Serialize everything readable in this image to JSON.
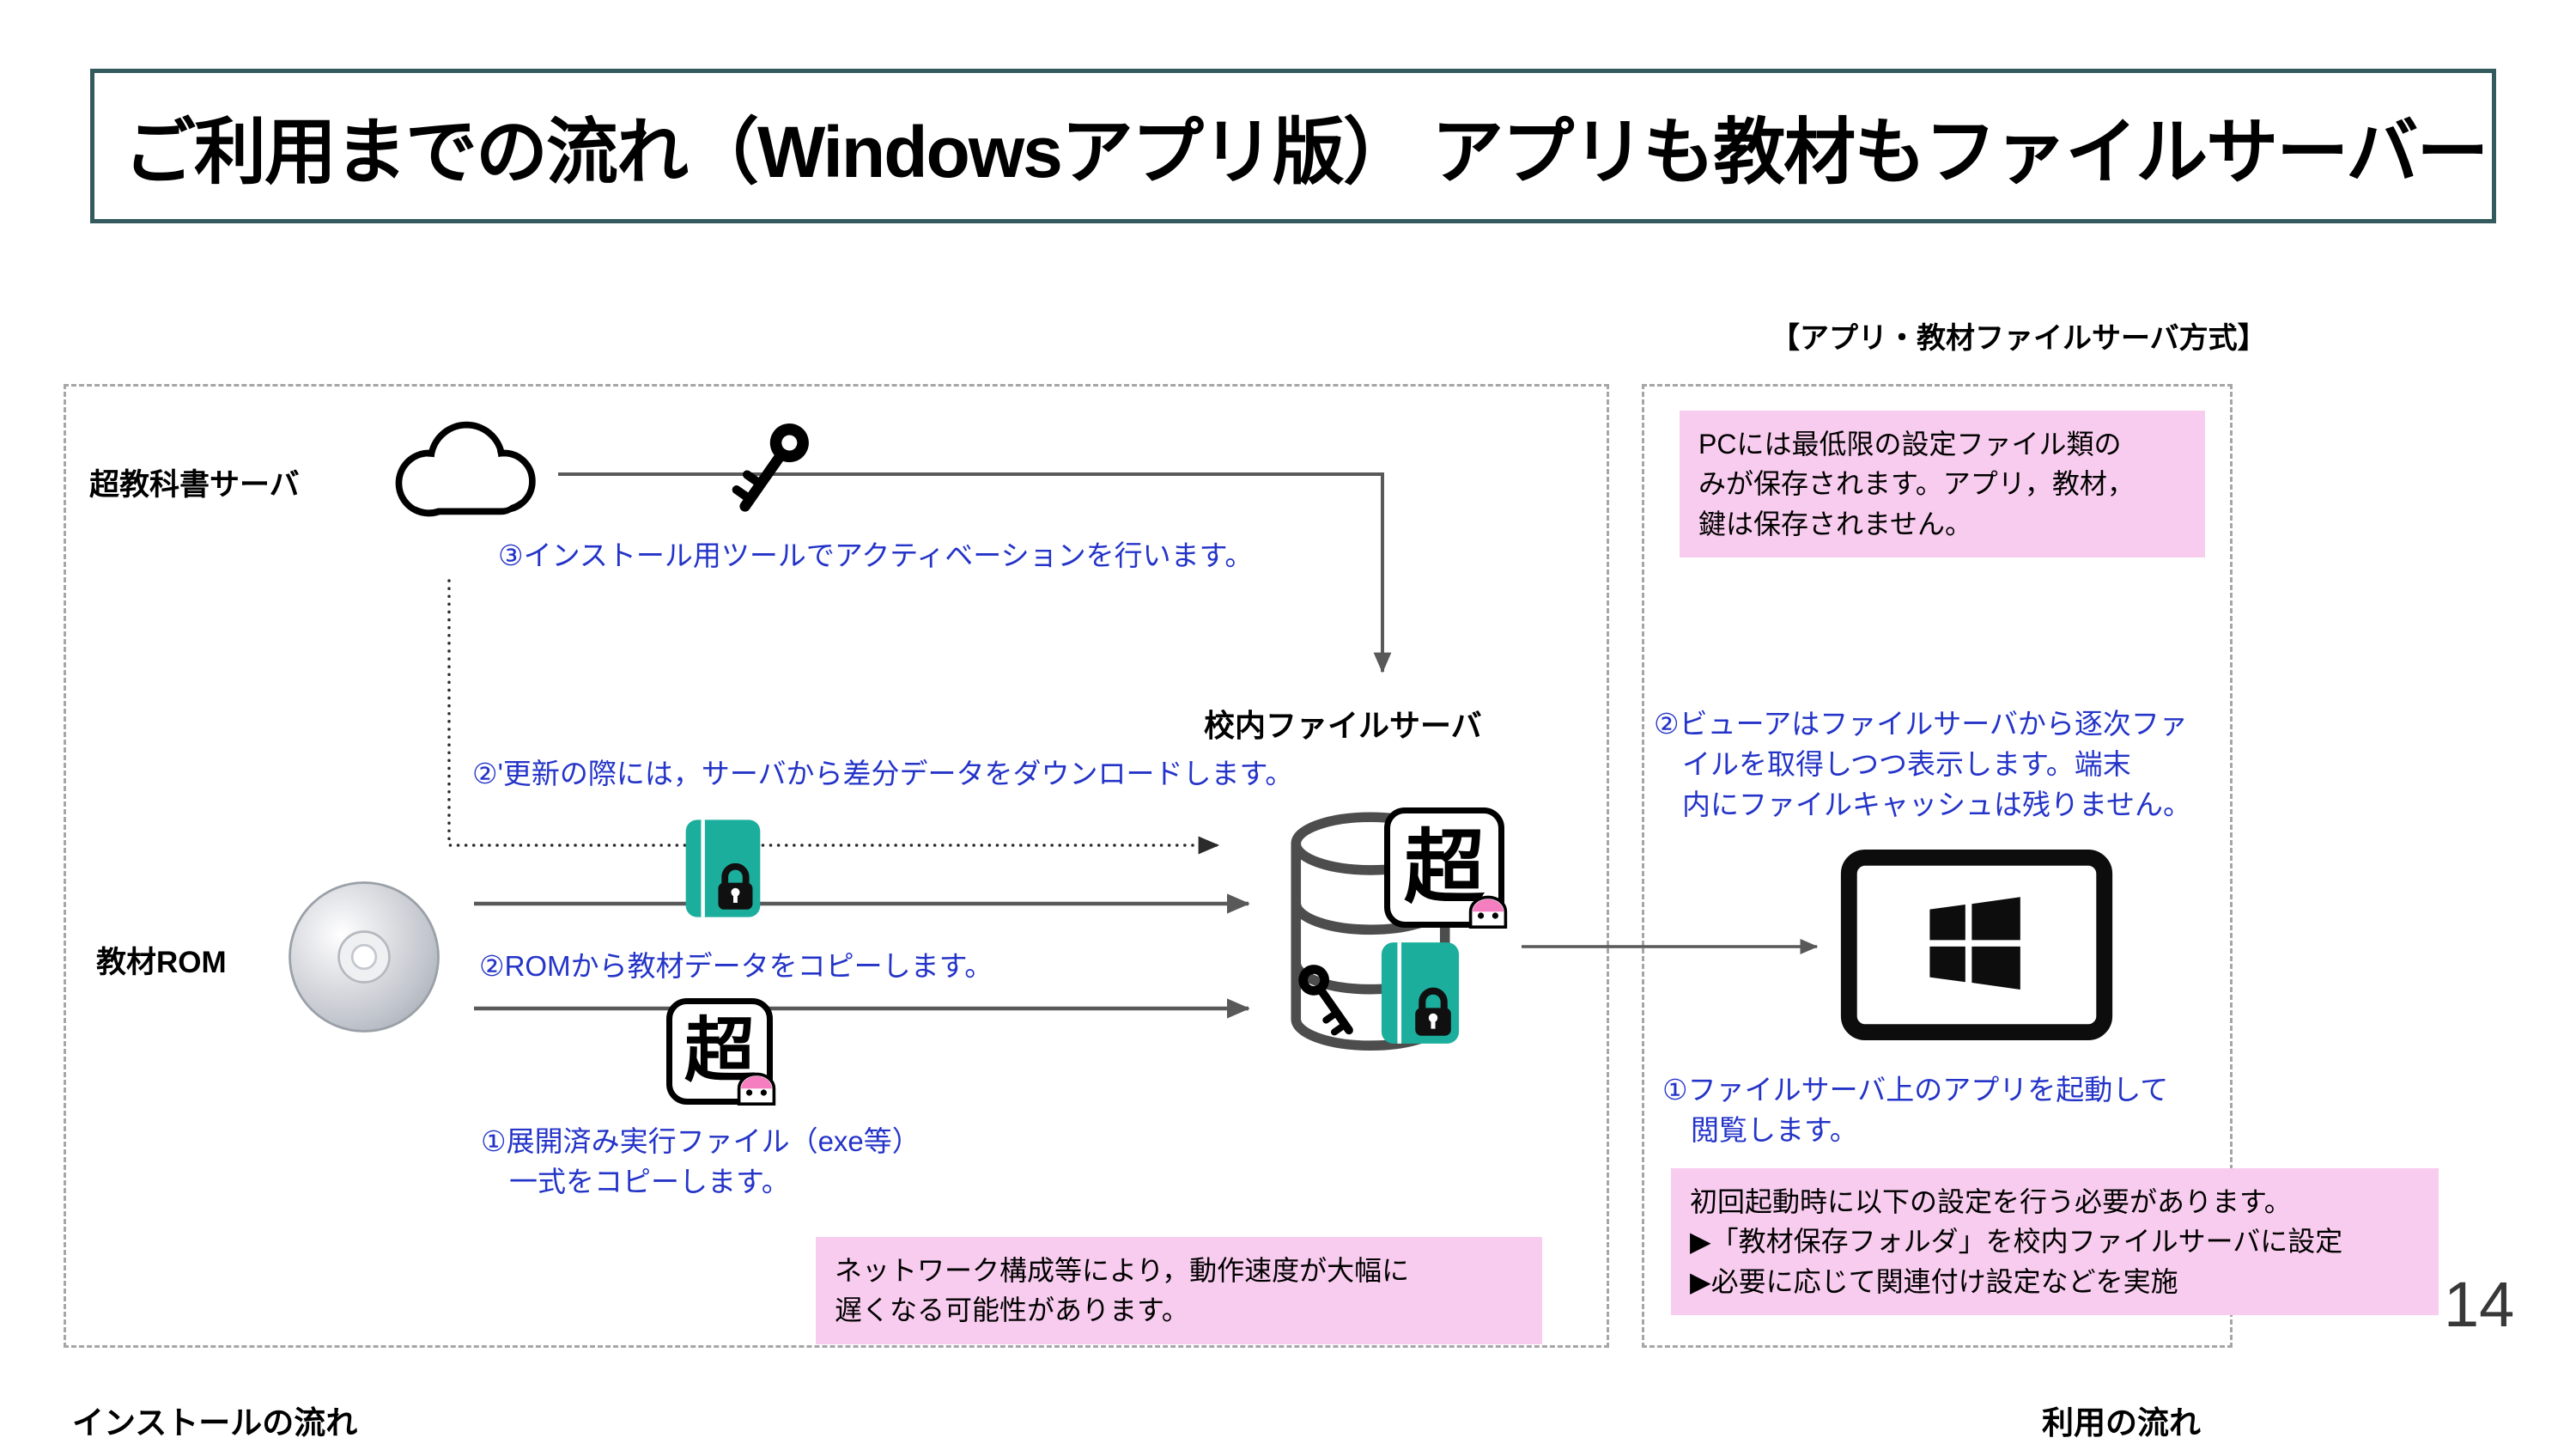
{
  "slide": {
    "title": "ご利用までの流れ（Windowsアプリ版） アプリも教材もファイルサーバー",
    "method_label": "【アプリ・教材ファイルサーバ方式】",
    "page_number": "14"
  },
  "colors": {
    "title_border": "#335a5c",
    "step_text_blue": "#2434c8",
    "note_pink": "#f8ccee",
    "book_teal": "#1cae9c",
    "arrow_gray": "#595959",
    "dashed_border_gray": "#a6a6a6"
  },
  "install_flow": {
    "caption": "インストールの流れ",
    "cloud_server_label": "超教科書サーバ",
    "rom_label": "教材ROM",
    "file_server_label": "校内ファイルサーバ",
    "step3_activation": "③インストール用ツールでアクティベーションを行います。",
    "step2b_update": "②'更新の際には，サーバから差分データをダウンロードします。",
    "step2_copy_rom": "②ROMから教材データをコピーします。",
    "step1_copy_exe": "①展開済み実行ファイル（exe等）\n　一式をコピーします。",
    "network_warning": "ネットワーク構成等により，動作速度が大幅に\n遅くなる可能性があります。"
  },
  "usage_flow": {
    "caption": "利用の流れ",
    "pc_note": "PCには最低限の設定ファイル類の\nみが保存されます。アプリ，教材，\n鍵は保存されません。",
    "step2_viewer": "②ビューアはファイルサーバから逐次ファ\n　イルを取得しつつ表示します。端末\n　内にファイルキャッシュは残りません。",
    "step1_launch": "①ファイルサーバ上のアプリを起動して\n　閲覧します。",
    "first_launch_note": "初回起動時に以下の設定を行う必要があります。\n▶「教材保存フォルダ」を校内ファイルサーバに設定\n▶必要に応じて関連付け設定などを実施"
  },
  "icons": {
    "cho_logo_text": "超"
  }
}
